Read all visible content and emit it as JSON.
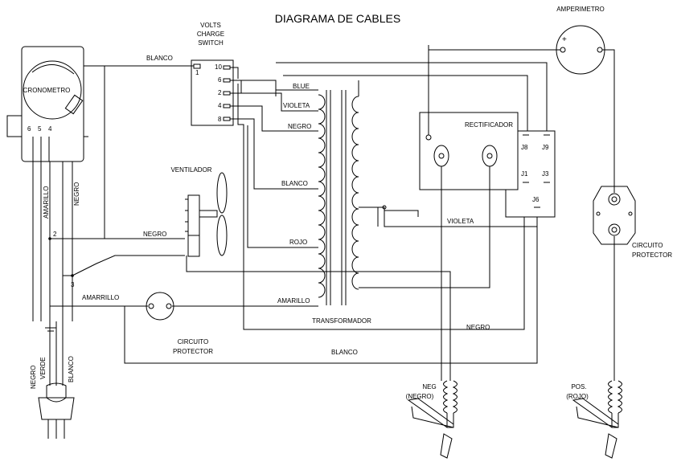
{
  "title": "DIAGRAMA DE CABLES",
  "ammeter": {
    "label": "AMPERIMETRO",
    "plus": "+"
  },
  "switch": {
    "label_1": "VOLTS",
    "label_2": "CHARGE",
    "label_3": "SWITCH",
    "pins": [
      "10",
      "1",
      "6",
      "2",
      "4",
      "8"
    ]
  },
  "timer": {
    "label": "CRONOMETRO",
    "pins": [
      "6",
      "5",
      "4"
    ]
  },
  "fan": {
    "label": "VENTILADOR"
  },
  "rectifier": {
    "label": "RECTIFICADOR",
    "jumpers": [
      "J8",
      "J9",
      "J1",
      "J3",
      "J6"
    ]
  },
  "transformer": {
    "label": "TRANSFORMADOR"
  },
  "wires": {
    "blanco_top": "BLANCO",
    "blue": "BLUE",
    "violeta_upper": "VIOLETA",
    "negro_upper": "NEGRO",
    "blanco_mid": "BLANCO",
    "rojo": "ROJO",
    "amarillo_right": "AMARILLO",
    "negro_fan": "NEGRO",
    "violeta_right": "VIOLETA",
    "amarillo_left": "AMARRILLO",
    "negro_bottom": "NEGRO",
    "blanco_bottom": "BLANCO",
    "amarillo_vert": "AMARILLO",
    "negro_vert": "NEGRO"
  },
  "nodes": {
    "n2": "2",
    "n3": "3"
  },
  "breaker_left": {
    "label_1": "CIRCUITO",
    "label_2": "PROTECTOR"
  },
  "breaker_right": {
    "label_1": "CIRCUITO",
    "label_2": "PROTECTOR"
  },
  "plug": {
    "wire_1": "NEGRO",
    "wire_2": "VERDE",
    "wire_3": "BLANCO"
  },
  "clamp_neg": {
    "label_1": "NEG",
    "label_2": "(NEGRO)"
  },
  "clamp_pos": {
    "label_1": "POS.",
    "label_2": "(ROJO)"
  }
}
